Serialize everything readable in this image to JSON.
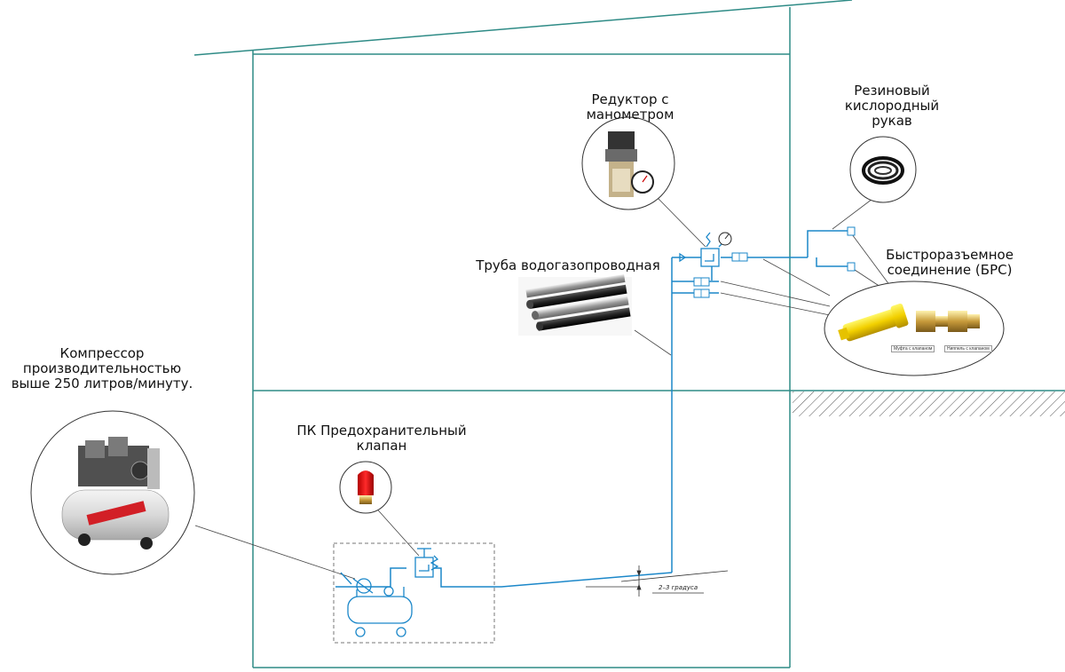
{
  "colors": {
    "wall": "#2e8b86",
    "pipe": "#1b87c9",
    "leader": "#444444",
    "ground_hatch": "#555555",
    "gauge_stroke": "#222222"
  },
  "labels": {
    "compressor": [
      "Компрессор",
      "производительностью",
      "выше 250 литров/минуту."
    ],
    "reducer": [
      "Редуктор с",
      "манометром"
    ],
    "hose": [
      "Резиновый",
      "кислородный",
      "рукав"
    ],
    "quick_connect": [
      "Быстроразъемное",
      "соединение (БРС)"
    ],
    "pipe": "Труба водогазопроводная",
    "safety_valve": [
      "ПК Предохранительный",
      "клапан"
    ],
    "slope": "2–3 градуса",
    "coupling_tag": "Муфта с клапаном",
    "nipple_tag": "Ниппель с клапаном"
  },
  "icons": [
    "compressor-photo",
    "pressure-reducer-photo",
    "rubber-hose-photo",
    "steel-pipes-photo",
    "quick-connector-photo",
    "safety-valve-photo",
    "compressor-symbol",
    "reducer-symbol",
    "manometer-symbol",
    "safety-valve-symbol",
    "quick-connector-symbol"
  ]
}
